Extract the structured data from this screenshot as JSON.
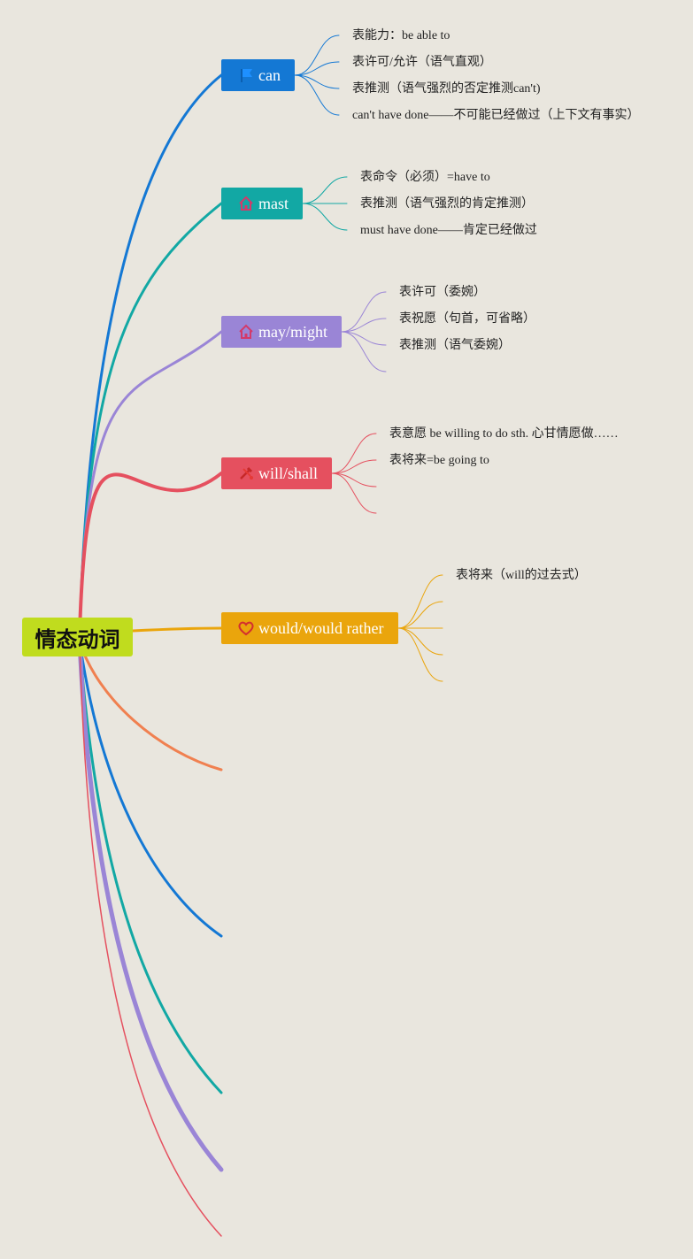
{
  "root": {
    "label": "情态动词",
    "color": "#c0dc1e"
  },
  "branches": [
    {
      "label": "can",
      "color": "#1478d4",
      "icon": "flag-icon",
      "leaves": [
        "表能力：be able to",
        "表许可/允许（语气直观）",
        "表推测（语气强烈的否定推测can't)",
        "can't have done——不可能已经做过（上下文有事实）"
      ]
    },
    {
      "label": "mast",
      "color": "#12a8a4",
      "icon": "house-icon",
      "leaves": [
        "表命令（必须）=have to",
        "表推测（语气强烈的肯定推测）",
        "must have done——肯定已经做过"
      ]
    },
    {
      "label": "may/might",
      "color": "#9a85d6",
      "icon": "house-icon",
      "leaves": [
        "表许可（委婉）",
        "表祝愿（句首，可省略）",
        "表推测（语气委婉）",
        ""
      ]
    },
    {
      "label": "will/shall",
      "color": "#e5505f",
      "icon": "tools-icon",
      "leaves": [
        "表意愿 be willing to do sth. 心甘情愿做……",
        "表将来=be going to",
        "",
        ""
      ]
    },
    {
      "label": "would/would rather",
      "color": "#eaa50c",
      "icon": "heart-icon",
      "leaves": [
        "表将来（will的过去式）",
        "",
        "",
        "",
        ""
      ]
    }
  ],
  "empty_branch_colors": [
    "#f08050",
    "#1478d4",
    "#12a8a4",
    "#9a85d6",
    "#e5505f"
  ]
}
